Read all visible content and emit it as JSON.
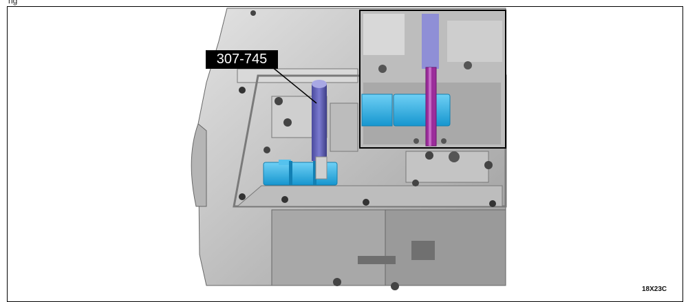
{
  "header": {
    "text": "ng"
  },
  "callout": {
    "label": "307-745"
  },
  "figure_code": "18X23C",
  "colors": {
    "housing": "#c9c9c9",
    "housing_shadow": "#8f8f8f",
    "tool": "#5f5fb8",
    "tool_light": "#9a9ad8",
    "valve": "#29aee6",
    "pin_highlight": "#9b2d9b"
  }
}
